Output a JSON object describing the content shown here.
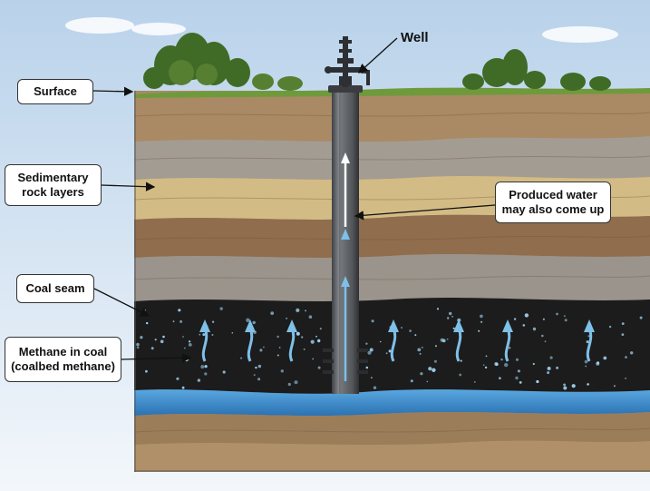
{
  "labels": {
    "well": "Well",
    "surface": "Surface",
    "sedimentary_line1": "Sedimentary",
    "sedimentary_line2": "rock layers",
    "produced_line1": "Produced water",
    "produced_line2": "may also come up",
    "coal_seam": "Coal seam",
    "methane_line1": "Methane in coal",
    "methane_line2": "(coalbed methane)"
  },
  "colors": {
    "sky_top": "#b9d2ea",
    "grass": "#6f9a3c",
    "coal": "#1c1c1c",
    "water": "#3d8fd1",
    "methane_arrow": "#7ec0e8",
    "casing": "#6b6e72"
  },
  "icons": {
    "trees": "tree-cluster-icon",
    "wellhead": "wellhead-valve-icon",
    "methane_arrows": "upward-gas-arrow-icon"
  }
}
